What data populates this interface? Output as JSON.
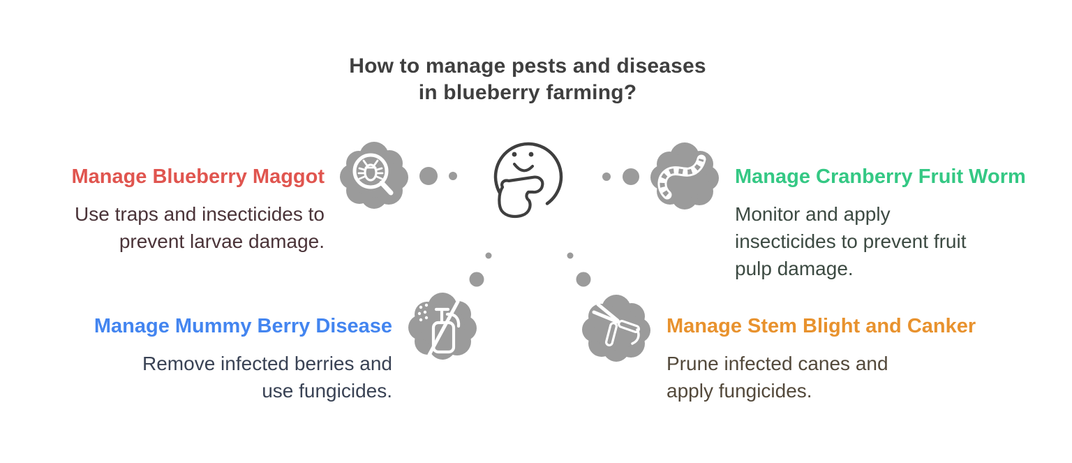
{
  "title": {
    "line1": "How to manage pests and diseases",
    "line2": "in blueberry farming?"
  },
  "colors": {
    "background": "#FFFFFF",
    "title": "#3F3F3F",
    "face_stroke": "#3F3F3F",
    "bubble_gray": "#9B9B9B",
    "icon_white": "#FFFFFF"
  },
  "sections": [
    {
      "id": "blueberry-maggot",
      "heading": "Manage Blueberry Maggot",
      "heading_color": "#E0554F",
      "body_color": "#4A3338",
      "body_lines": [
        "Use traps and insecticides to",
        "prevent larvae damage."
      ],
      "icon": "bug-magnifier-icon"
    },
    {
      "id": "cranberry-fruit-worm",
      "heading": "Manage Cranberry Fruit Worm",
      "heading_color": "#34C884",
      "body_color": "#3C4A42",
      "body_lines": [
        "Monitor and apply",
        "insecticides to prevent fruit",
        "pulp damage."
      ],
      "icon": "worm-icon"
    },
    {
      "id": "mummy-berry-disease",
      "heading": "Manage Mummy Berry Disease",
      "heading_color": "#4385F0",
      "body_color": "#394254",
      "body_lines": [
        "Remove infected berries and",
        "use fungicides."
      ],
      "icon": "no-spray-bottle-icon"
    },
    {
      "id": "stem-blight-canker",
      "heading": "Manage Stem Blight and Canker",
      "heading_color": "#E8922E",
      "body_color": "#53493B",
      "body_lines": [
        "Prune infected canes and",
        "apply fungicides."
      ],
      "icon": "pruning-shears-icon"
    }
  ],
  "center_figure": {
    "icon": "thinking-face-icon"
  }
}
